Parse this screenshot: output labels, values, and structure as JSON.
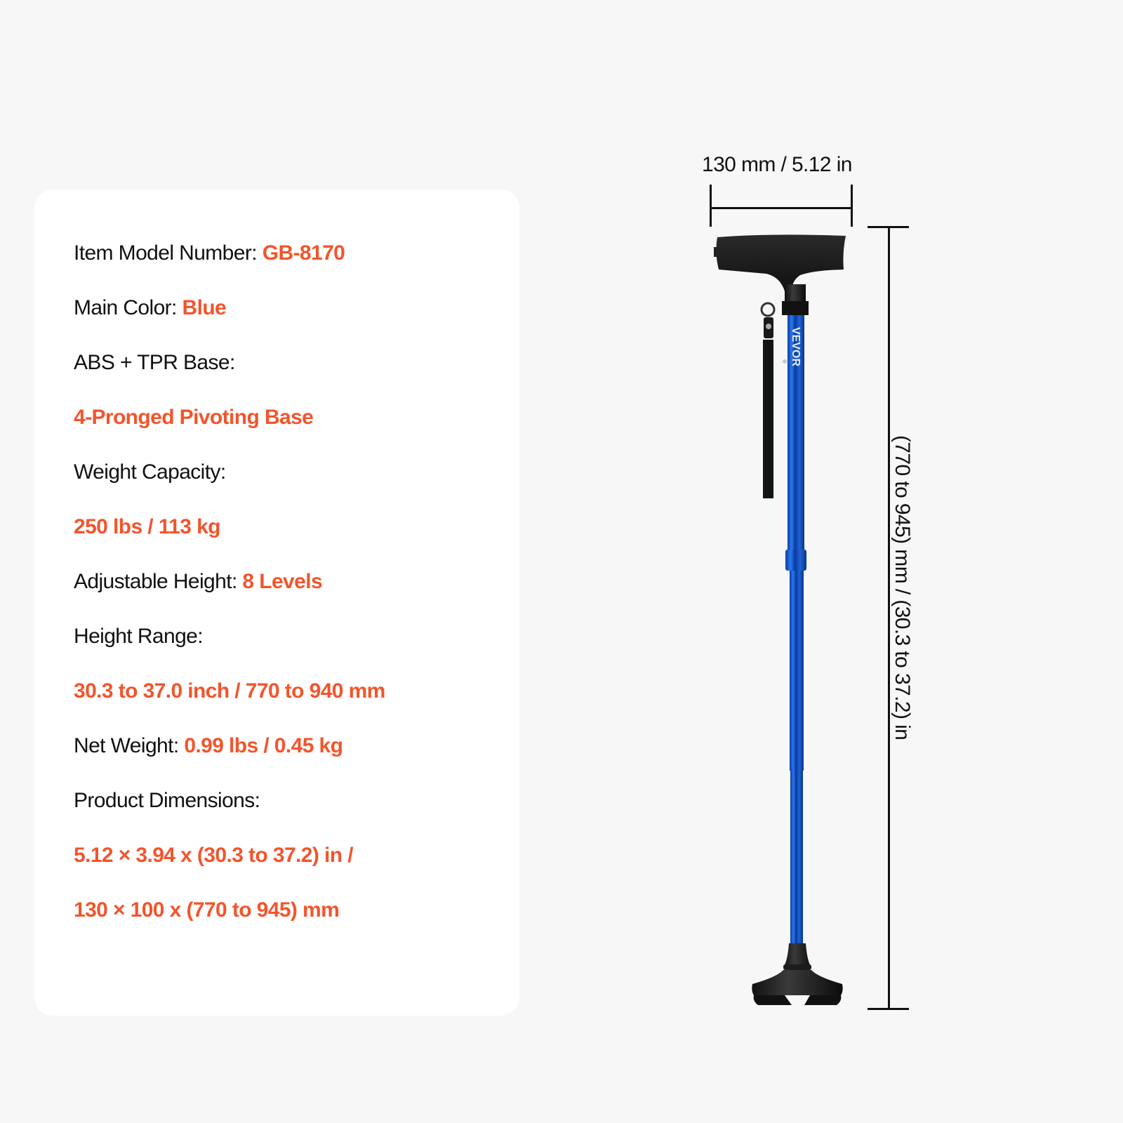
{
  "specs": {
    "model": {
      "label": "Item Model Number: ",
      "value": "GB-8170"
    },
    "color": {
      "label": "Main Color: ",
      "value": "Blue"
    },
    "base": {
      "label": "ABS + TPR Base:",
      "value": "4-Pronged Pivoting Base"
    },
    "weight_capacity": {
      "label": "Weight Capacity:",
      "value": "250 lbs / 113 kg"
    },
    "adjustable_height": {
      "label": "Adjustable Height: ",
      "value": "8 Levels"
    },
    "height_range": {
      "label": "Height Range:",
      "value": "30.3 to 37.0 inch / 770 to 940 mm"
    },
    "net_weight": {
      "label": "Net Weight: ",
      "value": "0.99 lbs / 0.45 kg"
    },
    "dimensions": {
      "label": "Product Dimensions:",
      "value_line1": "5.12 × 3.94 x (30.3 to 37.2) in /",
      "value_line2": "130 × 100 x (770 to 945) mm"
    }
  },
  "diagram": {
    "width_label": "130 mm / 5.12 in",
    "height_label": "(770 to 945) mm / (30.3 to 37.2) in",
    "brand_mark": "VEVOR"
  },
  "colors": {
    "accent": "#f2552c",
    "text": "#111111",
    "background": "#f7f7f7",
    "card": "#ffffff",
    "cane_blue": "#1a5ed8"
  }
}
